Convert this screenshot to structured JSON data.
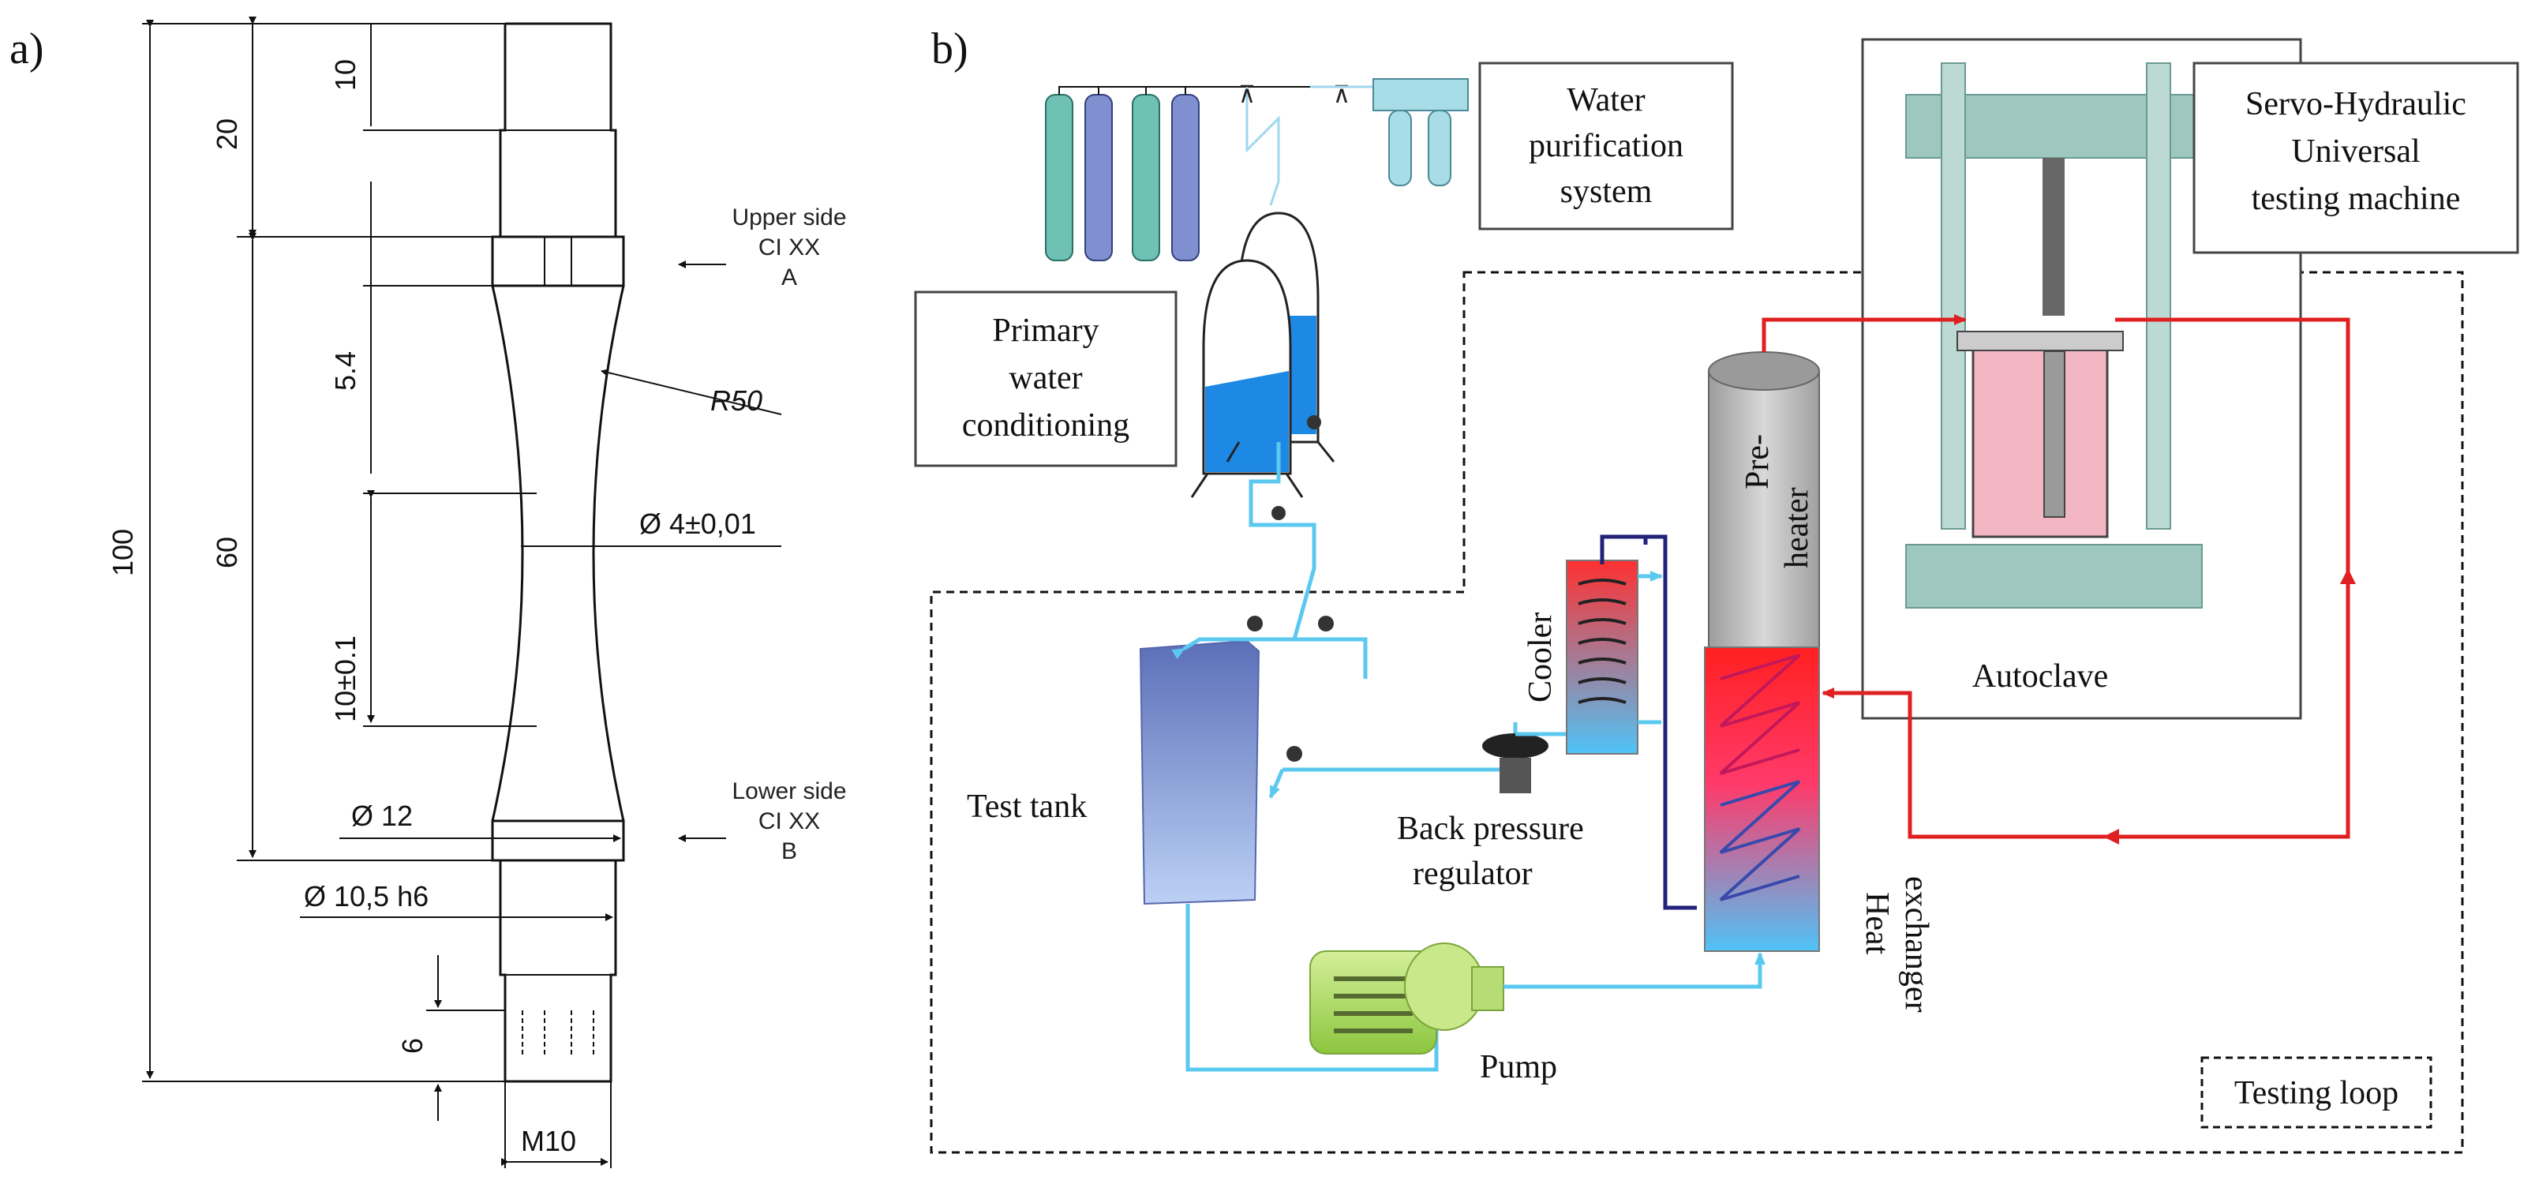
{
  "panel_a": {
    "tag": "a)",
    "dimensions": {
      "d10": "10",
      "d20": "20",
      "d5_4": "5.4",
      "d60": "60",
      "d100": "100",
      "d10tol": "10±0.1",
      "d6": "6",
      "r50": "R50",
      "dia4": "Ø 4±0,01",
      "dia12": "Ø 12",
      "dia10_5": "Ø 10,5 h6",
      "m10": "M10"
    },
    "upper_side": {
      "line1": "Upper side",
      "line2": "CI XX",
      "line3": "A"
    },
    "lower_side": {
      "line1": "Lower side",
      "line2": "CI XX",
      "line3": "B"
    }
  },
  "panel_b": {
    "tag": "b)",
    "water_purification": {
      "line1": "Water",
      "line2": "purification",
      "line3": "system"
    },
    "servo_machine": {
      "line1": "Servo-Hydraulic",
      "line2": "Universal",
      "line3": "testing machine"
    },
    "primary_water": {
      "line1": "Primary",
      "line2": "water",
      "line3": "conditioning"
    },
    "preheater": {
      "line1": "Pre-",
      "line2": "heater"
    },
    "cooler": "Cooler",
    "autoclave": "Autoclave",
    "test_tank": "Test tank",
    "back_pressure": {
      "line1": "Back pressure",
      "line2": "regulator"
    },
    "heat_exchanger": {
      "line1": "Heat",
      "line2": "exchanger"
    },
    "pump": "Pump",
    "testing_loop": "Testing loop"
  },
  "colors": {
    "hot_line": "#e02020",
    "cool_line": "#5bc8ef",
    "return_line": "#22227a",
    "water_blue": "#1e88e5",
    "machine_green": "#9ec7c0"
  }
}
